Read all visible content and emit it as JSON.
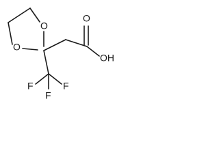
{
  "molecule": {
    "atom_labels": {
      "ring_oxygen_top": "O",
      "ring_oxygen_bottom": "O",
      "carbonyl_oxygen": "O",
      "hydroxyl": "OH",
      "fluorine_left": "F",
      "fluorine_right": "F",
      "fluorine_bottom": "F"
    },
    "colors": {
      "bond": "#1a1a1a",
      "label": "#1a1a1a",
      "background": "#ffffff"
    }
  }
}
